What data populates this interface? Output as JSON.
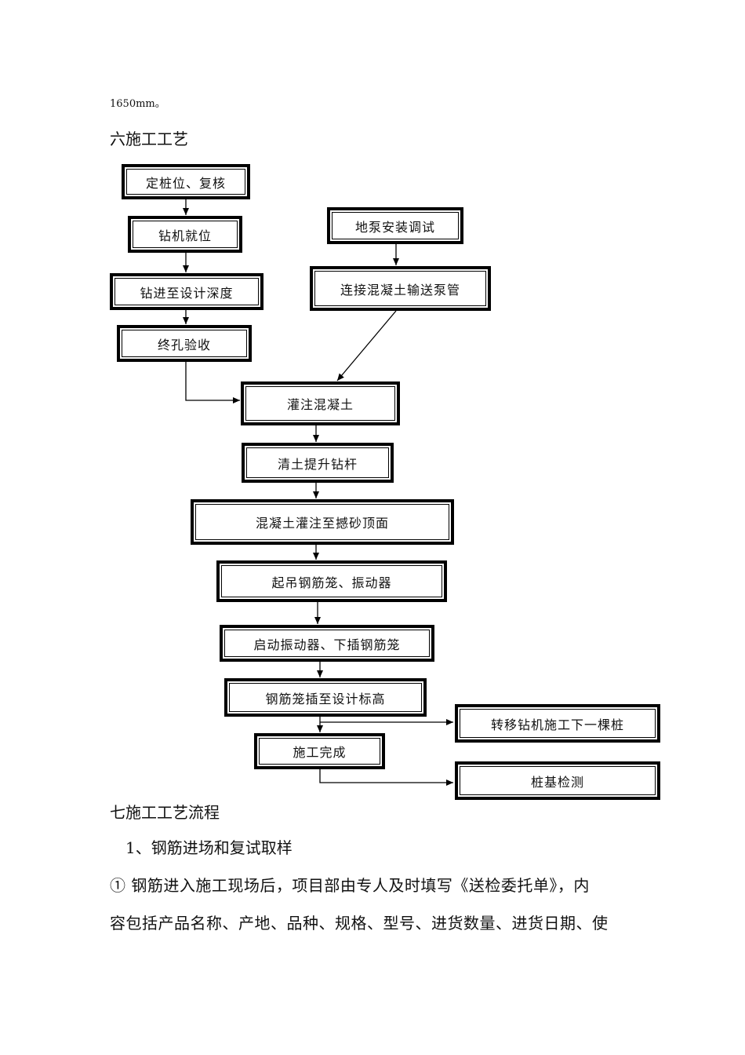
{
  "top_fragment": "1650mm。",
  "section6_title": "六施工工艺",
  "flowchart": {
    "steps": {
      "locate": "定桩位、复核",
      "drill_position": "钻机就位",
      "drill_depth": "钻进至设计深度",
      "hole_check": "终孔验收",
      "pump_install": "地泵安装调试",
      "pipe_connect": "连接混凝土输送泵管",
      "pour": "灌注混凝土",
      "lift_rod": "清土提升钻杆",
      "pour_top": "混凝土灌注至撼砂顶面",
      "lift_cage": "起吊钢筋笼、振动器",
      "insert_cage": "启动振动器、下插钢筋笼",
      "cage_elev": "钢筋笼插至设计标高",
      "next_pile": "转移钻机施工下一棵桩",
      "complete": "施工完成",
      "inspect": "桩基检测"
    }
  },
  "section7_title": "七施工工艺流程",
  "sub1_title": "1、钢筋进场和复试取样",
  "para_line1": "①  钢筋进入施工现场后，项目部由专人及时填写《送检委托单》，内",
  "para_line2": "容包括产品名称、产地、品种、规格、型号、进货数量、进货日期、使"
}
